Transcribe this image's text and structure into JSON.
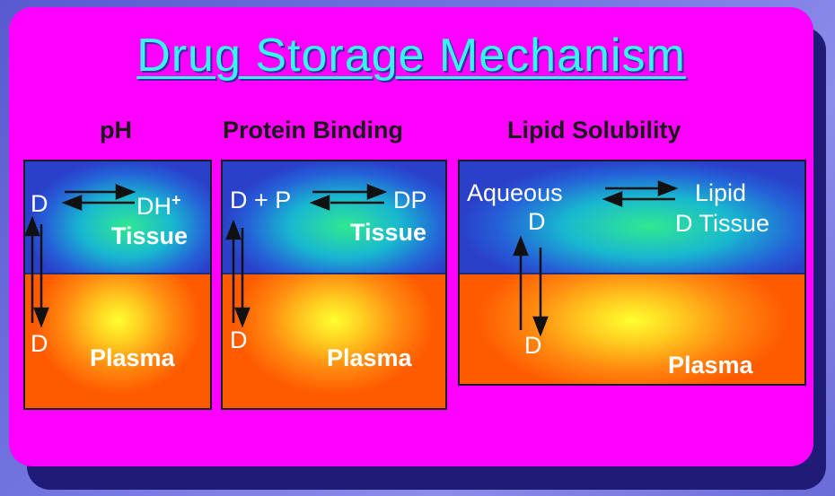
{
  "title": "Drug Storage Mechanism",
  "sections": {
    "ph": {
      "heading": "pH",
      "left_species": "D",
      "right_species": "DH",
      "right_charge": "+",
      "tissue_label": "Tissue",
      "plasma_species": "D",
      "plasma_label": "Plasma"
    },
    "protein": {
      "heading": "Protein Binding",
      "left_species": "D + P",
      "right_species": "DP",
      "tissue_label": "Tissue",
      "plasma_species": "D",
      "plasma_label": "Plasma"
    },
    "lipid": {
      "heading": "Lipid Solubility",
      "aqueous_label": "Aqueous",
      "aqueous_species": "D",
      "lipid_label": "Lipid",
      "lipid_tissue": "D Tissue",
      "plasma_species": "D",
      "plasma_label": "Plasma"
    }
  },
  "colors": {
    "background": "#6b6bd8",
    "card": "#ff00ff",
    "title": "#39f3f0",
    "tissue": "#2a70d8",
    "plasma": "#ff7a10"
  }
}
